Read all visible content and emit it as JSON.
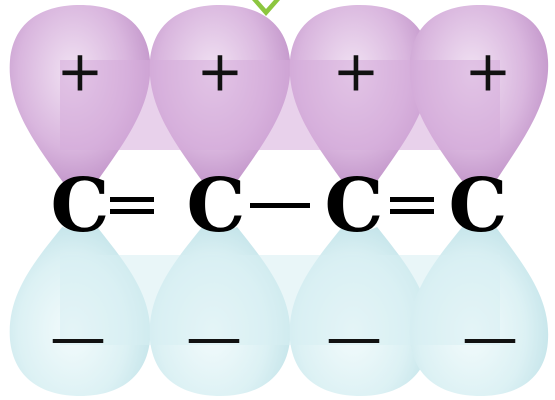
{
  "colors": {
    "upper_lobe": "#d9b6de",
    "upper_lobe_dark": "#b684bf",
    "lower_lobe": "#dcf1f4",
    "lower_lobe_dark": "#b7dde4",
    "arrow": "#8cc63f",
    "bond": "#000000"
  },
  "upper_lobes": [
    {
      "sign": "+"
    },
    {
      "sign": "+"
    },
    {
      "sign": "+"
    },
    {
      "sign": "+"
    }
  ],
  "lower_lobes": [
    {
      "sign": "—"
    },
    {
      "sign": "—"
    },
    {
      "sign": "—"
    },
    {
      "sign": "—"
    }
  ],
  "atoms": [
    {
      "label": "C"
    },
    {
      "label": "C"
    },
    {
      "label": "C"
    },
    {
      "label": "C"
    }
  ],
  "bonds": [
    {
      "type": "double"
    },
    {
      "type": "single"
    },
    {
      "type": "double"
    }
  ],
  "arrow_icon": "down-arrow-icon"
}
